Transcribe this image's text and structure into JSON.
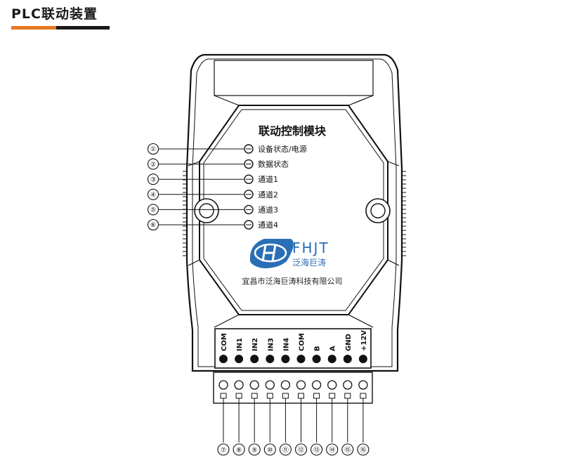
{
  "header": {
    "title": "PLC联动装置"
  },
  "colors": {
    "accent": "#e87722",
    "bar": "#1a1a1a",
    "logo": "#2a6fb5"
  },
  "module": {
    "title": "联动控制模块",
    "brand": "FHJT",
    "brand_cn": "泛海巨涛",
    "company": "宜昌市泛海巨涛科技有限公司"
  },
  "indicators": [
    {
      "num": "①",
      "label": "设备状态/电源"
    },
    {
      "num": "②",
      "label": "数据状态"
    },
    {
      "num": "③",
      "label": "通道1"
    },
    {
      "num": "④",
      "label": "通道2"
    },
    {
      "num": "⑤",
      "label": "通道3"
    },
    {
      "num": "⑥",
      "label": "通道4"
    }
  ],
  "terminals": [
    {
      "label": "COM",
      "num": "⑦"
    },
    {
      "label": "IN1",
      "num": "⑧"
    },
    {
      "label": "IN2",
      "num": "⑨"
    },
    {
      "label": "IN3",
      "num": "⑩"
    },
    {
      "label": "IN4",
      "num": "⑪"
    },
    {
      "label": "COM",
      "num": "⑫"
    },
    {
      "label": "B",
      "num": "⑬"
    },
    {
      "label": "A",
      "num": "⑭"
    },
    {
      "label": "GND",
      "num": "⑮"
    },
    {
      "label": "+12V",
      "num": "⑯"
    }
  ]
}
